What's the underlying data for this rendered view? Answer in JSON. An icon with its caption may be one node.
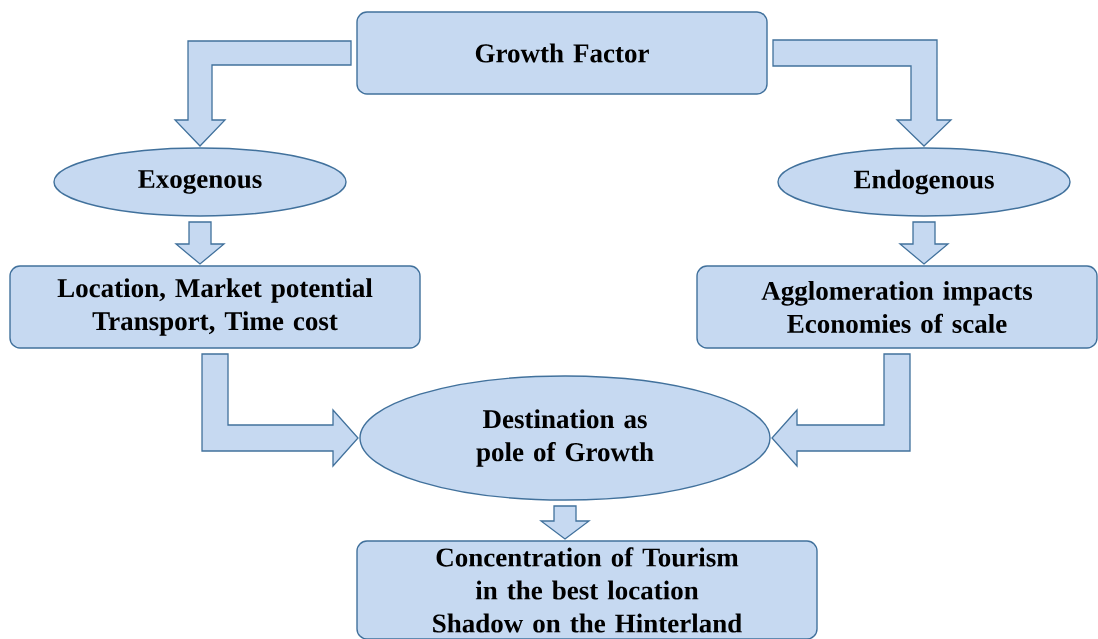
{
  "diagram": {
    "nodes": [
      {
        "text": [
          "Growth Factor"
        ]
      },
      {
        "text": [
          "Exogenous"
        ]
      },
      {
        "text": [
          "Endogenous"
        ]
      },
      {
        "text": [
          "Location, Market potential",
          "Transport, Time cost"
        ]
      },
      {
        "text": [
          "Agglomeration impacts",
          "Economies of scale"
        ]
      },
      {
        "text": [
          "Destination as pole of Growth"
        ]
      },
      {
        "text": [
          "Concentration of Tourism in the best location",
          "Shadow on the Hinterland"
        ]
      }
    ],
    "edges": [
      {
        "from": 0,
        "to": 1,
        "arrow": "to"
      },
      {
        "from": 0,
        "to": 2,
        "arrow": "to"
      },
      {
        "from": 1,
        "to": 3,
        "arrow": "to"
      },
      {
        "from": 2,
        "to": 4,
        "arrow": "to"
      },
      {
        "from": 3,
        "to": 5,
        "arrow": "to"
      },
      {
        "from": 4,
        "to": 5,
        "arrow": "to"
      },
      {
        "from": 5,
        "to": 6,
        "arrow": "to"
      }
    ]
  }
}
